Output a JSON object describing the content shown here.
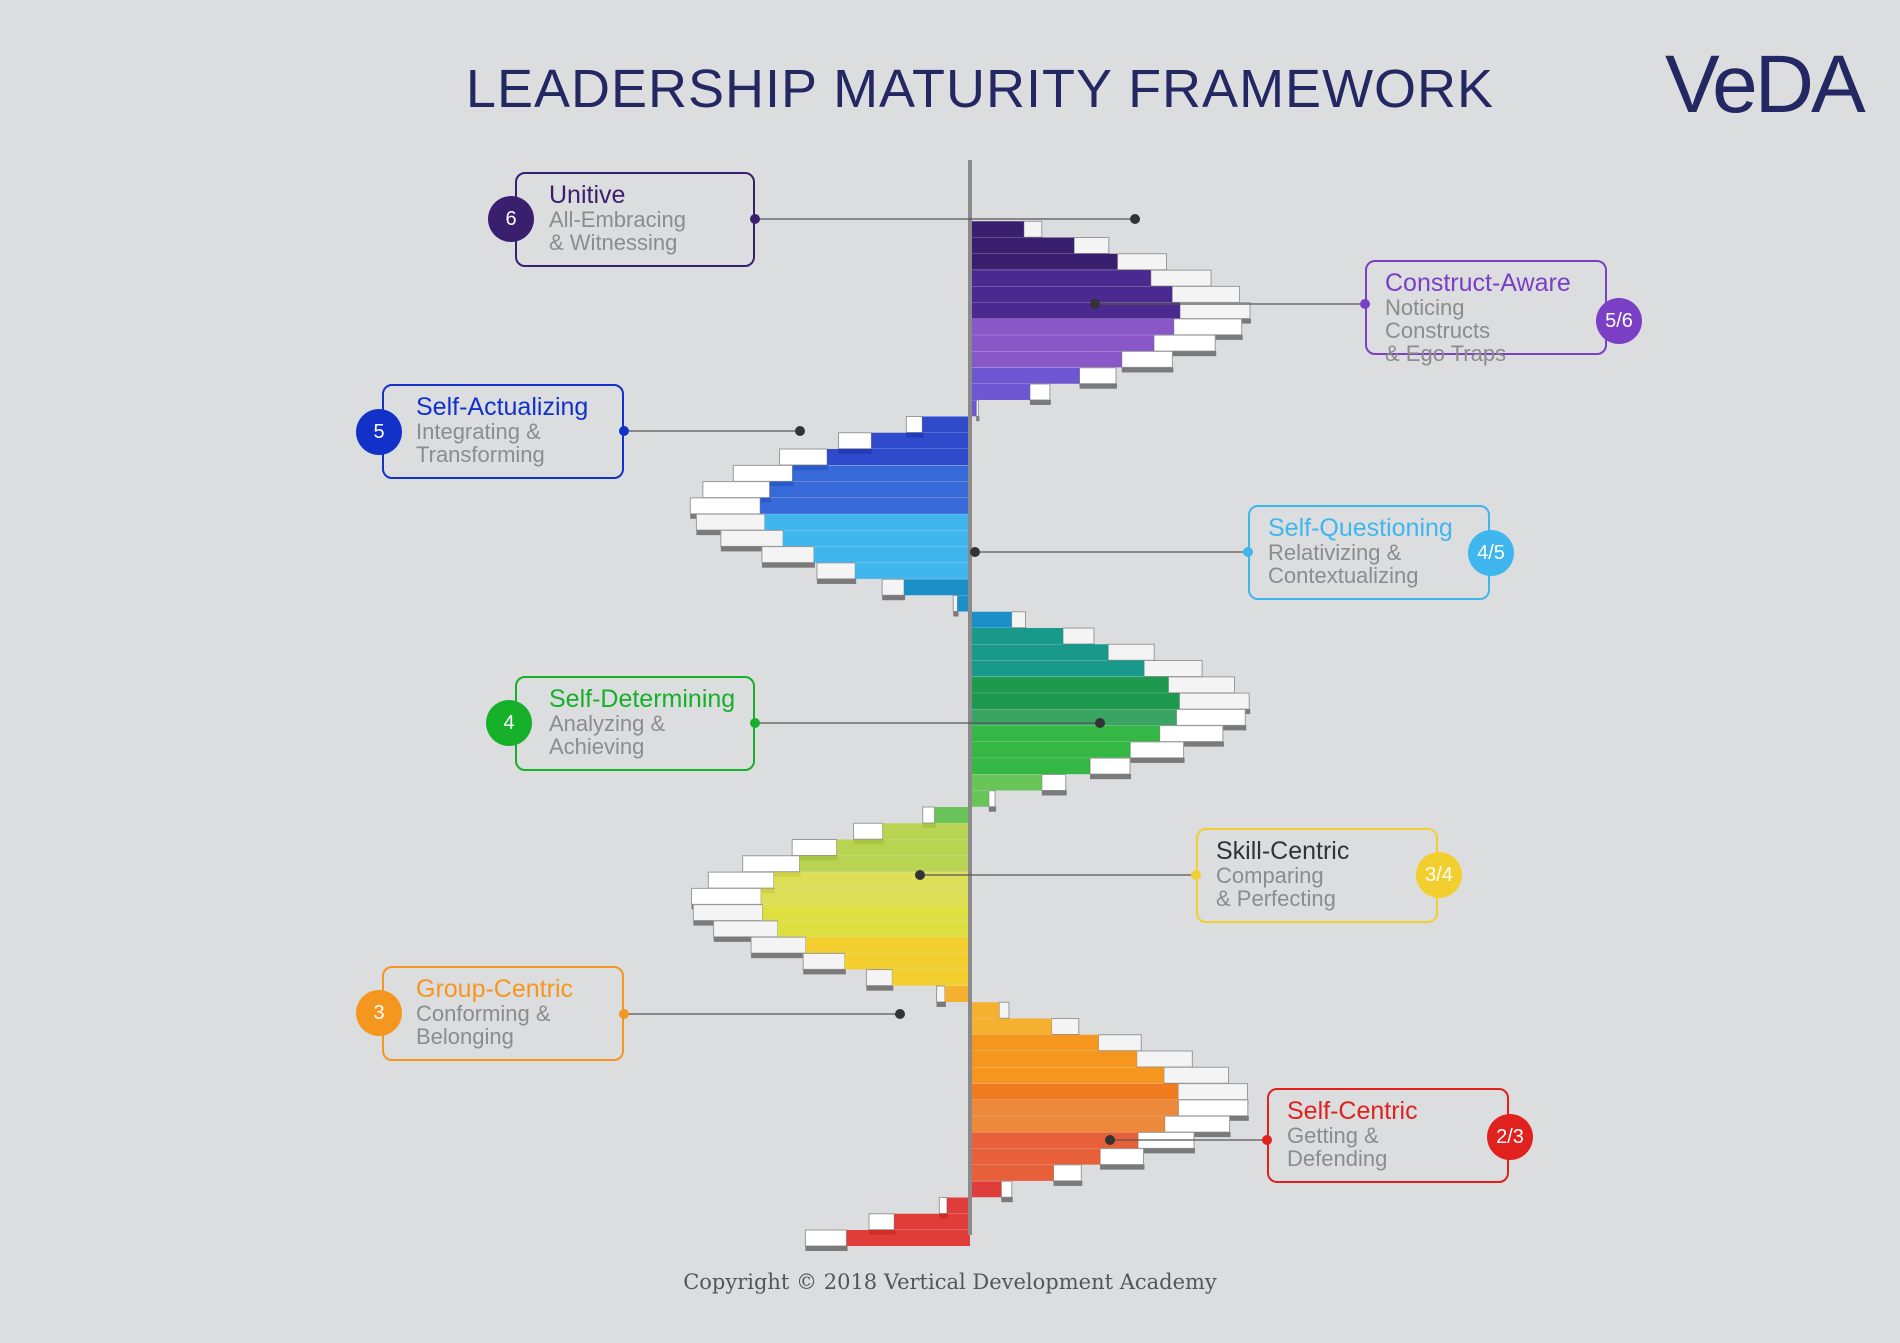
{
  "title": "LEADERSHIP MATURITY FRAMEWORK",
  "logo": "VeDA",
  "copyright": "Copyright © 2018 Vertical Development Academy",
  "stages": [
    {
      "badge": "6",
      "title": "Unitive",
      "line1": "All-Embracing",
      "line2": "& Witnessing",
      "color": "#3a1f6e"
    },
    {
      "badge": "5/6",
      "title": "Construct-Aware",
      "line1": "Noticing Constructs",
      "line2": "& Ego Traps",
      "color": "#7a3fc4"
    },
    {
      "badge": "5",
      "title": "Self-Actualizing",
      "line1": "Integrating &",
      "line2": "Transforming",
      "color": "#1131c9"
    },
    {
      "badge": "4/5",
      "title": "Self-Questioning",
      "line1": "Relativizing &",
      "line2": "Contextualizing",
      "color": "#3fb6ee"
    },
    {
      "badge": "4",
      "title": "Self-Determining",
      "line1": "Analyzing &",
      "line2": "Achieving",
      "color": "#16b02a"
    },
    {
      "badge": "3/4",
      "title": "Skill-Centric",
      "line1": "Comparing",
      "line2": "& Perfecting",
      "color": "#f2cf2f"
    },
    {
      "badge": "3",
      "title": "Group-Centric",
      "line1": "Conforming &",
      "line2": "Belonging",
      "color": "#f5961e"
    },
    {
      "badge": "2/3",
      "title": "Self-Centric",
      "line1": "Getting &",
      "line2": "Defending",
      "color": "#e0211d"
    }
  ]
}
